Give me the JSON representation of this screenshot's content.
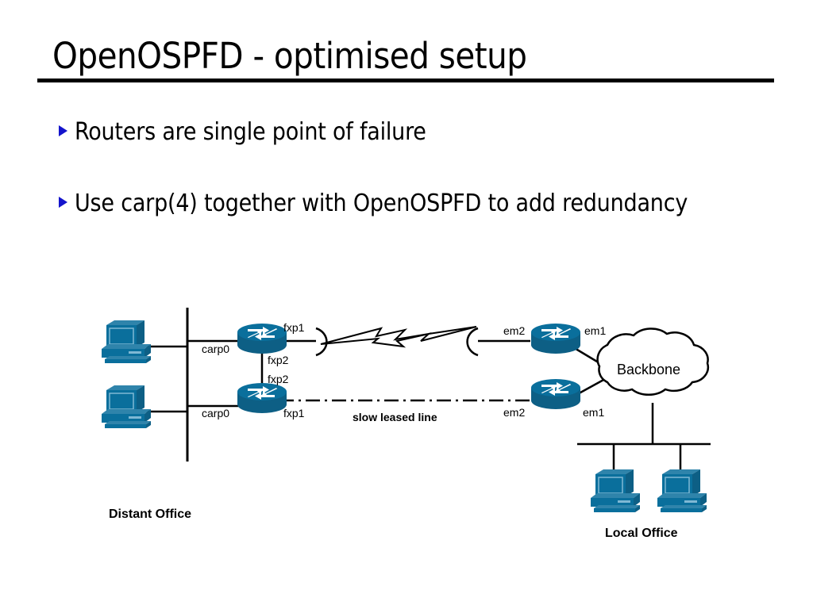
{
  "slide": {
    "title": "OpenOSPFD - optimised setup",
    "bullets": [
      {
        "text": "Routers are single point of failure"
      },
      {
        "text": "Use carp(4) together with OpenOSPFD to add redundancy"
      }
    ]
  },
  "diagram": {
    "type": "network-topology",
    "colors": {
      "device_fill": "#0a6f9c",
      "device_shade": "#0d5f85",
      "device_highlight": "#4d9cc0",
      "line": "#000000",
      "bullet_marker": "#1414cc"
    },
    "clouds": [
      {
        "name": "backbone-cloud",
        "label": "Backbone"
      }
    ],
    "zones": [
      {
        "name": "distant-office",
        "label": "Distant Office"
      },
      {
        "name": "local-office",
        "label": "Local Office"
      }
    ],
    "links": [
      {
        "name": "wan-lightning-link",
        "style": "lightning",
        "label": ""
      },
      {
        "name": "leased-line-link",
        "style": "dash-dot",
        "label": "slow leased line"
      }
    ],
    "interface_labels": [
      {
        "name": "carp0-top",
        "text": "carp0"
      },
      {
        "name": "carp0-bottom",
        "text": "carp0"
      },
      {
        "name": "fxp1-top",
        "text": "fxp1"
      },
      {
        "name": "fxp2-top",
        "text": "fxp2"
      },
      {
        "name": "fxp2-bottom",
        "text": "fxp2"
      },
      {
        "name": "fxp1-bottom",
        "text": "fxp1"
      },
      {
        "name": "em2-top",
        "text": "em2"
      },
      {
        "name": "em1-top",
        "text": "em1"
      },
      {
        "name": "em2-bottom",
        "text": "em2"
      },
      {
        "name": "em1-bottom",
        "text": "em1"
      }
    ],
    "devices": [
      {
        "name": "pc-distant-top",
        "type": "workstation"
      },
      {
        "name": "pc-distant-bottom",
        "type": "workstation"
      },
      {
        "name": "router-distant-top",
        "type": "router"
      },
      {
        "name": "router-distant-bottom",
        "type": "router"
      },
      {
        "name": "router-local-top",
        "type": "router"
      },
      {
        "name": "router-local-bottom",
        "type": "router"
      },
      {
        "name": "pc-local-left",
        "type": "workstation"
      },
      {
        "name": "pc-local-right",
        "type": "workstation"
      }
    ]
  }
}
